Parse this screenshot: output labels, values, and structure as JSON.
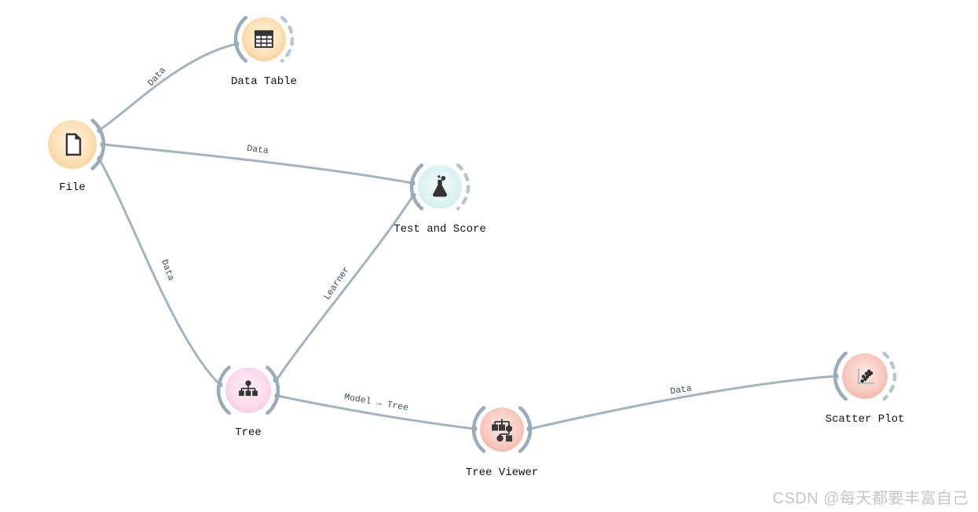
{
  "app": "workflow-canvas",
  "nodes": [
    {
      "id": "file",
      "label": "File",
      "icon": "file-icon",
      "color": "#f6c37d"
    },
    {
      "id": "data-table",
      "label": "Data Table",
      "icon": "table-icon",
      "color": "#f6c37d"
    },
    {
      "id": "test-and-score",
      "label": "Test and Score",
      "icon": "flask-icon",
      "color": "#c7eae8"
    },
    {
      "id": "tree",
      "label": "Tree",
      "icon": "tree-icon",
      "color": "#f4bed9"
    },
    {
      "id": "tree-viewer",
      "label": "Tree Viewer",
      "icon": "tree-viewer-icon",
      "color": "#f0a294"
    },
    {
      "id": "scatter-plot",
      "label": "Scatter Plot",
      "icon": "scatter-icon",
      "color": "#f0a294"
    }
  ],
  "edges": [
    {
      "from": "File",
      "to": "Data Table",
      "label": "Data"
    },
    {
      "from": "File",
      "to": "Test and Score",
      "label": "Data"
    },
    {
      "from": "File",
      "to": "Tree",
      "label": "Data"
    },
    {
      "from": "Tree",
      "to": "Test and Score",
      "label": "Learner"
    },
    {
      "from": "Tree",
      "to": "Tree Viewer",
      "label": "Model → Tree"
    },
    {
      "from": "Tree Viewer",
      "to": "Scatter Plot",
      "label": "Data"
    }
  ],
  "colors": {
    "edge": "#a4b4bf",
    "connector_arc": "#9aacb8",
    "icon_ink": "#333333",
    "background": "#ffffff"
  },
  "watermark": "CSDN @每天都要丰富自己"
}
